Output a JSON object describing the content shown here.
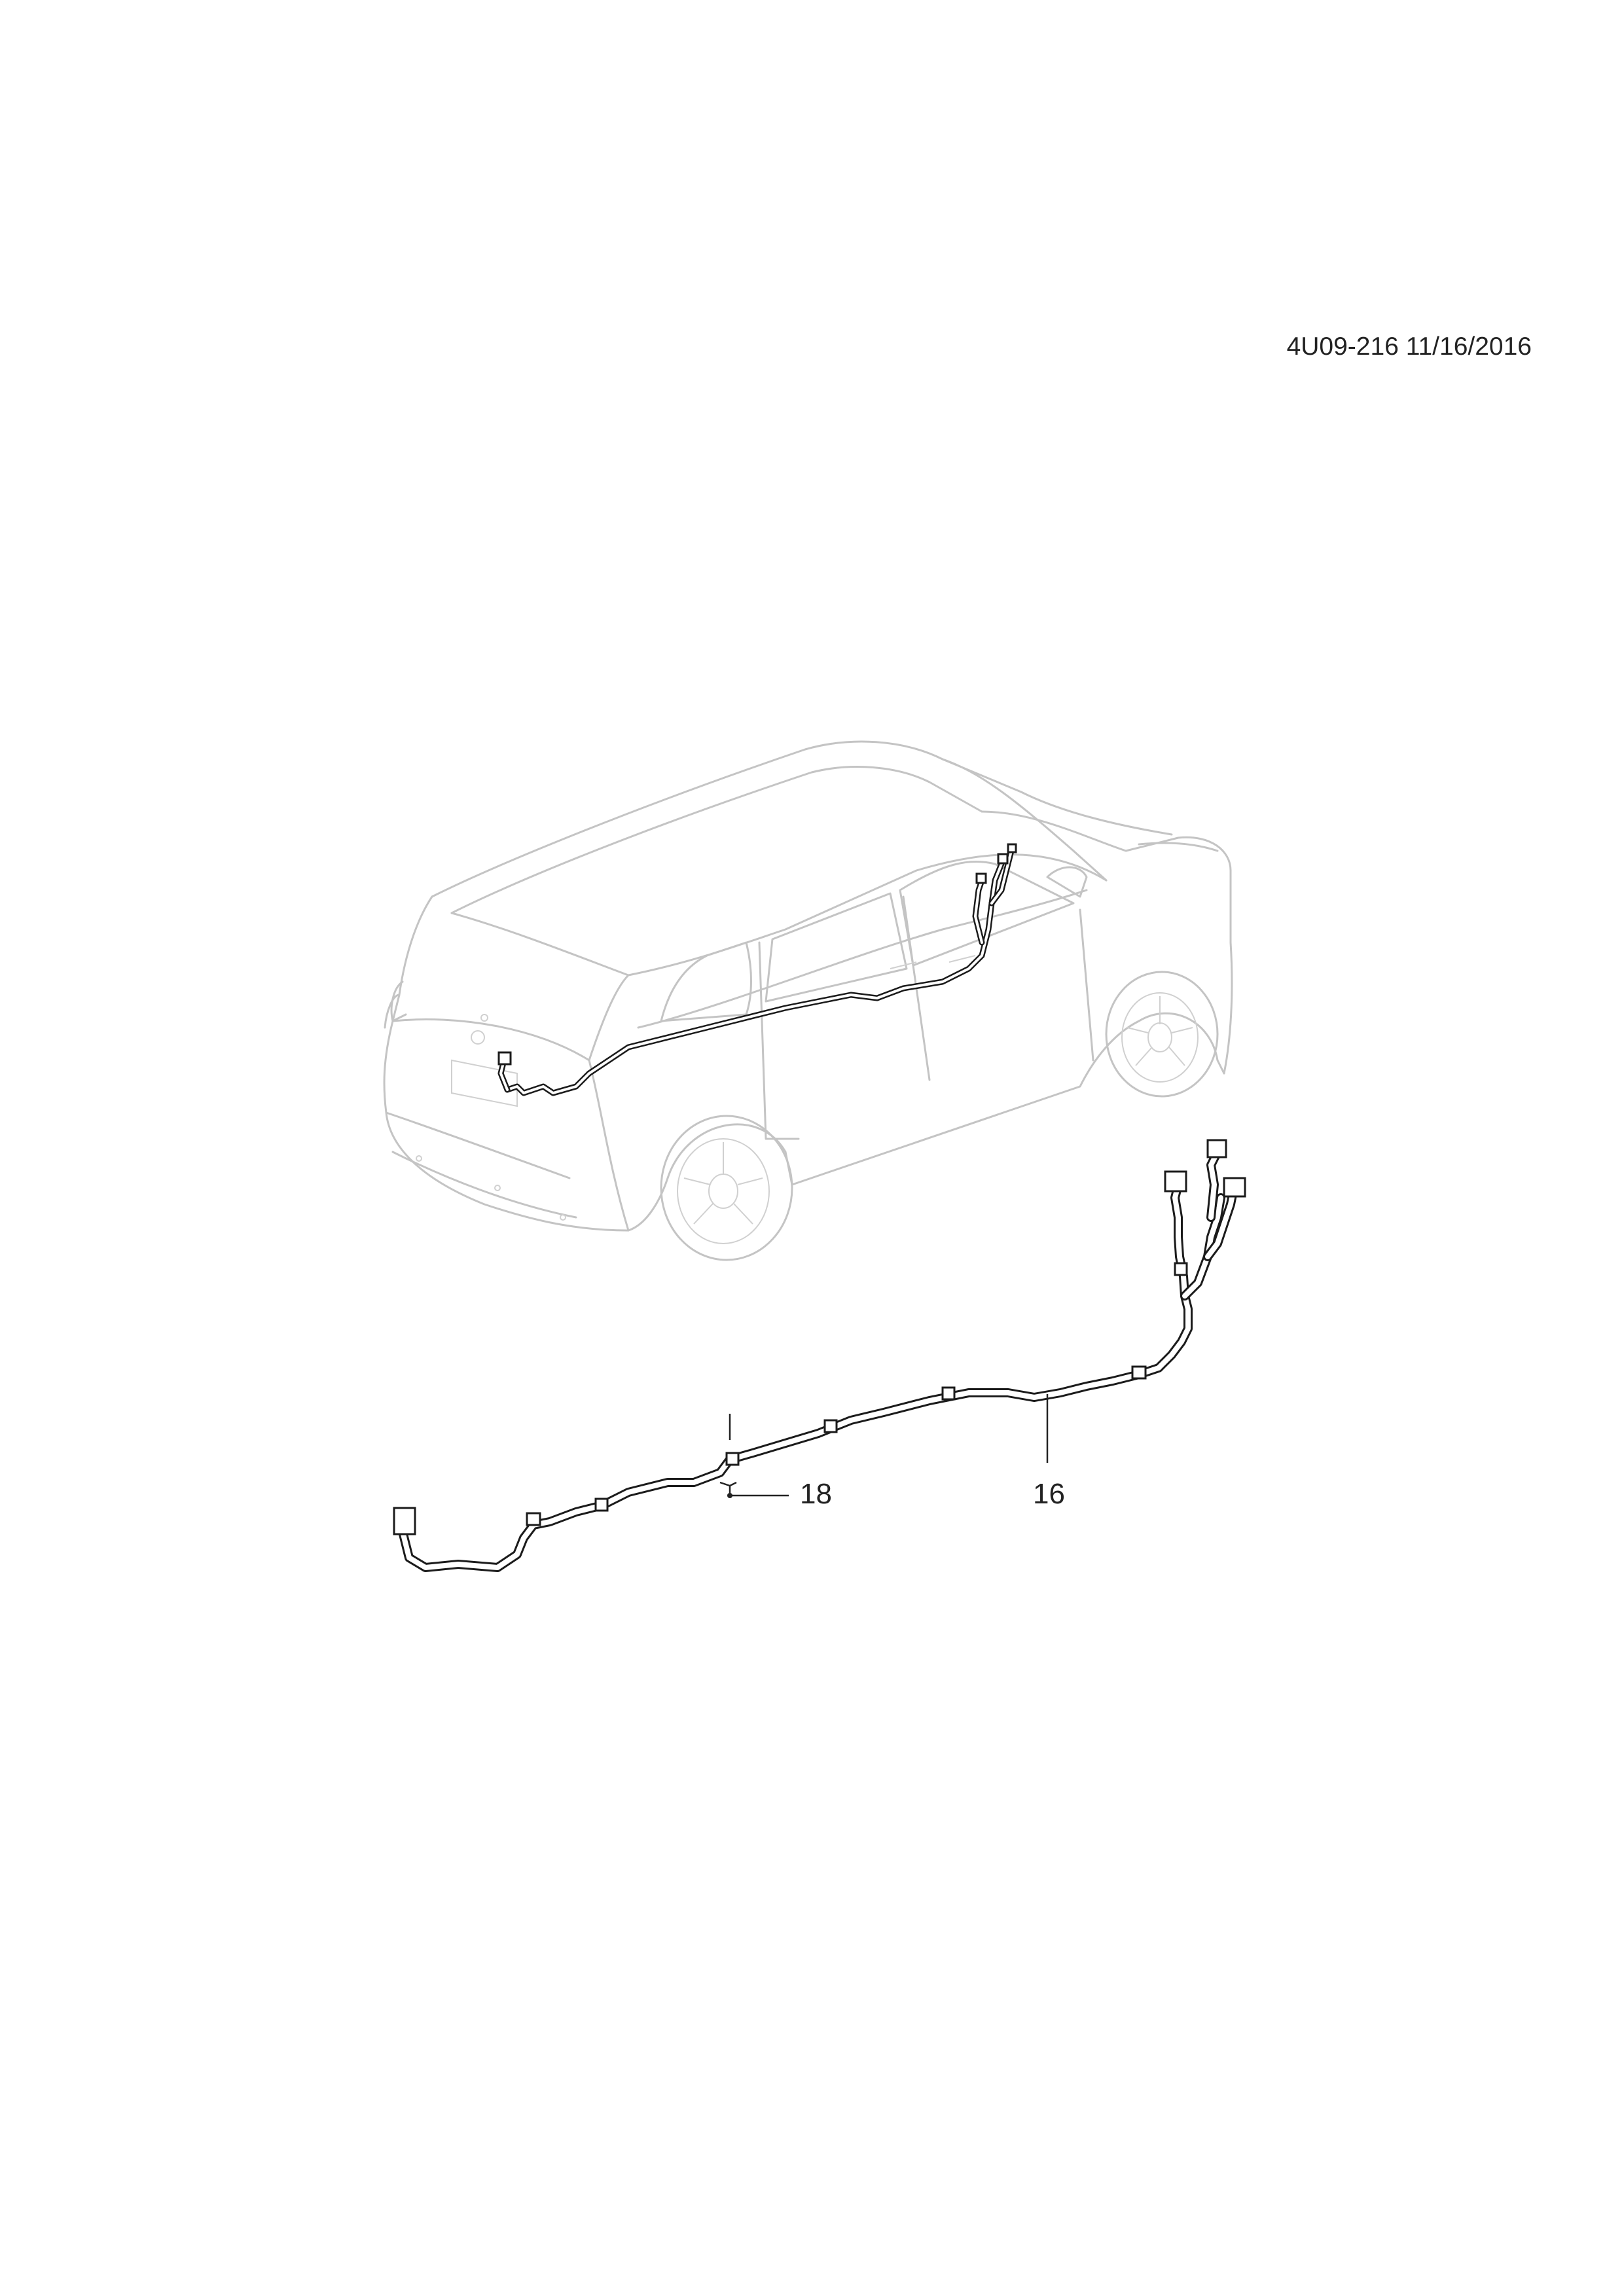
{
  "document": {
    "reference": "4U09-216 11/16/2016"
  },
  "callouts": [
    {
      "id": "18",
      "label": "18"
    },
    {
      "id": "16",
      "label": "16"
    }
  ],
  "colors": {
    "background": "#ffffff",
    "vehicle_outline": "#c4c4c4",
    "harness": "#1b1b1b",
    "text": "#222222"
  }
}
